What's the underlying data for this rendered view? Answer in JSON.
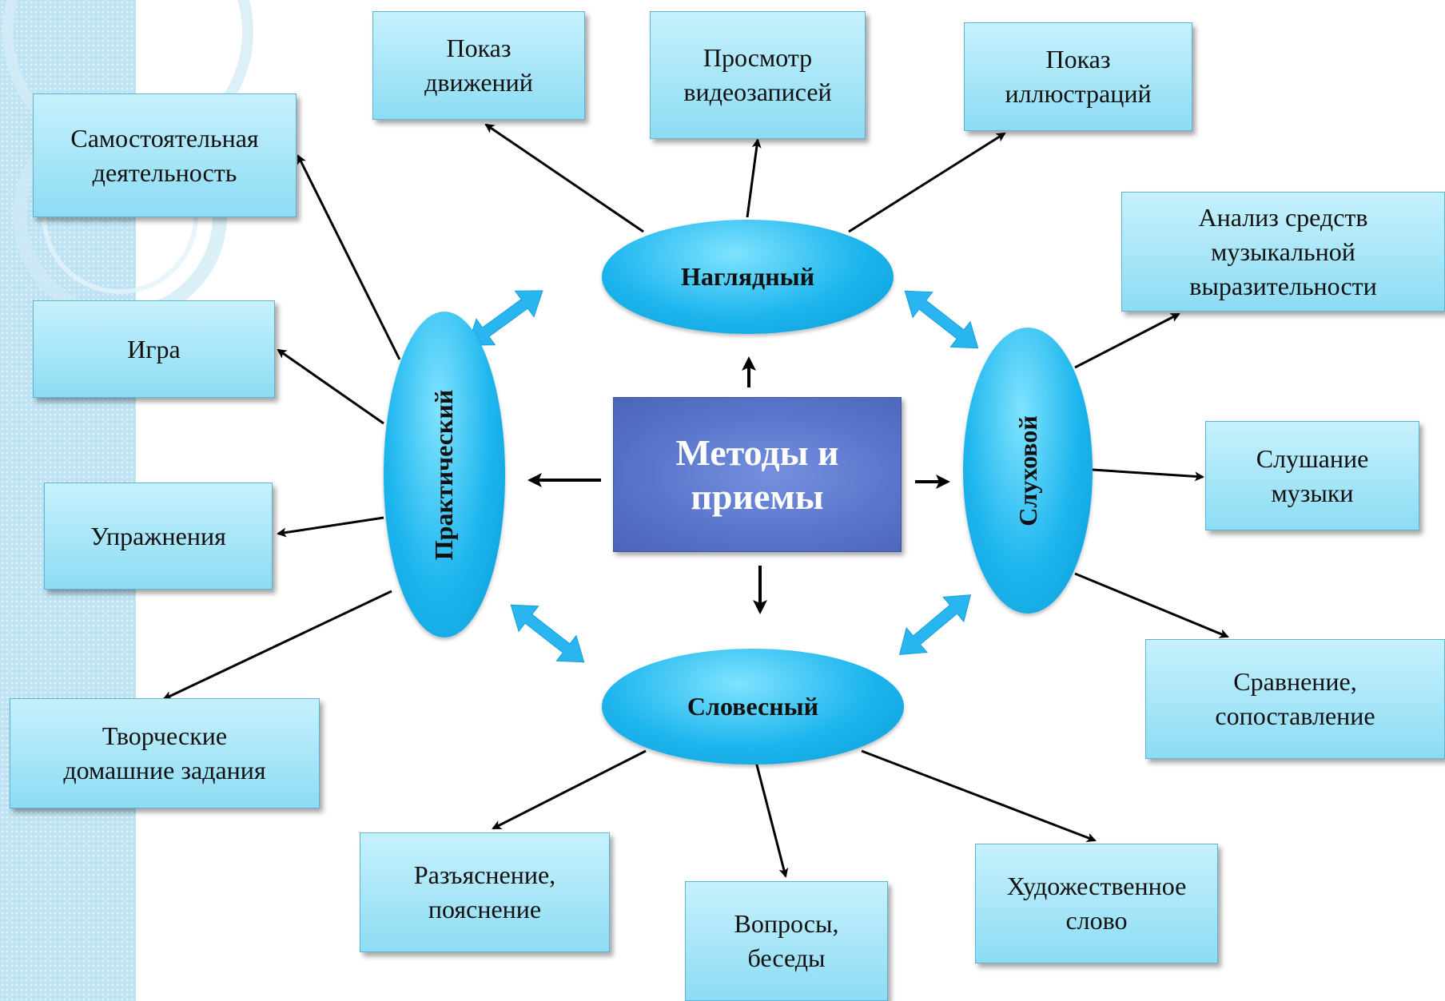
{
  "diagram": {
    "center": "Методы и\nприемы",
    "methods": {
      "visual": "Наглядный",
      "auditory": "Слуховой",
      "verbal": "Словесный",
      "practical": "Практический"
    },
    "techniques": {
      "show_movements": "Показ\nдвижений",
      "watch_videos": "Просмотр\nвидеозаписей",
      "show_illustrations": "Показ\nиллюстраций",
      "analysis_expressive_means": "Анализ средств\nмузыкальной\nвыразительности",
      "listening_music": "Слушание\nмузыки",
      "comparison": "Сравнение,\nсопоставление",
      "artistic_word": "Художественное\nслово",
      "questions_talks": "Вопросы,\nбеседы",
      "explanation": "Разъяснение,\nпояснение",
      "creative_homework": "Творческие\nдомашние задания",
      "exercises": "Упражнения",
      "game": "Игра",
      "independent_activity": "Самостоятельная\nдеятельность"
    }
  },
  "colors": {
    "box_fill": "#a9e6f8",
    "ellipse_fill": "#1eb6ee",
    "center_fill": "#5a76cc",
    "double_arrow": "#29b6f0",
    "side_strip": "#bfe3f2"
  }
}
